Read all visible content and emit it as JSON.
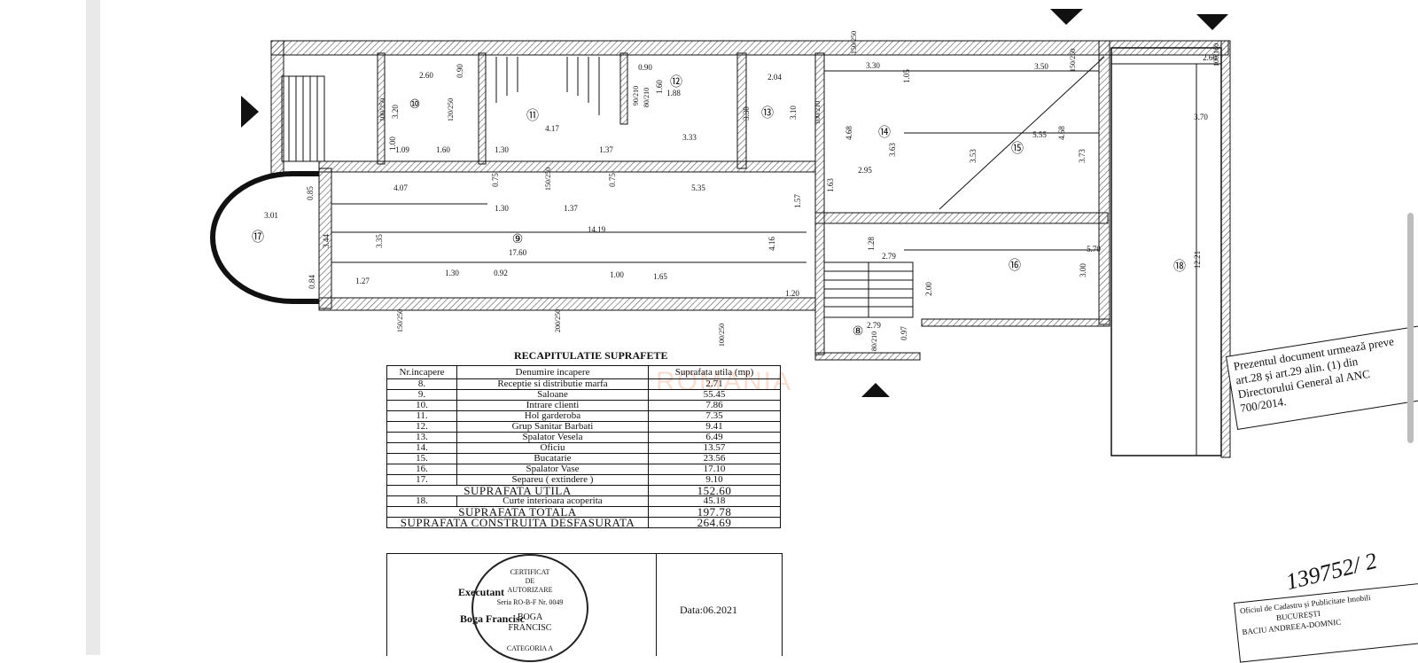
{
  "plan": {
    "rooms": [
      {
        "id": "8",
        "label": "⑧"
      },
      {
        "id": "9",
        "label": "⑨"
      },
      {
        "id": "10",
        "label": "⑩"
      },
      {
        "id": "11",
        "label": "⑪"
      },
      {
        "id": "12",
        "label": "⑫"
      },
      {
        "id": "13",
        "label": "⑬"
      },
      {
        "id": "14",
        "label": "⑭"
      },
      {
        "id": "15",
        "label": "⑮"
      },
      {
        "id": "16",
        "label": "⑯"
      },
      {
        "id": "17",
        "label": "⑰"
      },
      {
        "id": "18",
        "label": "⑱"
      }
    ],
    "dimensions": [
      "2.60",
      "3.20",
      "0.90",
      "1.00",
      "1.09",
      "1.60",
      "1.30",
      "4.17",
      "1.37",
      "0.90",
      "1.60",
      "1.88",
      "3.33",
      "2.04",
      "3.30",
      "3.10",
      "3.30",
      "1.05",
      "4.68",
      "3.63",
      "2.95",
      "1.63",
      "3.50",
      "5.55",
      "3.53",
      "4.68",
      "3.73",
      "2.60",
      "3.70",
      "12.21",
      "4.07",
      "0.75",
      "1.30",
      "1.37",
      "0.75",
      "5.35",
      "1.57",
      "14.19",
      "17.60",
      "3.35",
      "3.01",
      "3.44",
      "0.85",
      "0.84",
      "1.27",
      "1.30",
      "0.92",
      "1.00",
      "1.65",
      "1.20",
      "4.16",
      "1.28",
      "2.79",
      "5.70",
      "2.00",
      "3.00",
      "2.79",
      "0.97"
    ],
    "door_labels": [
      "100/250",
      "120/250",
      "150/250",
      "90/210",
      "80/210",
      "100/210",
      "150/250",
      "150/250",
      "200/250",
      "100/250",
      "150/250",
      "80/210",
      "100/180"
    ]
  },
  "summary": {
    "title": "RECAPITULATIE SUPRAFETE",
    "headers": [
      "Nr.incapere",
      "Denumire incapere",
      "Suprafata utila (mp)"
    ],
    "rows": [
      {
        "nr": "8.",
        "name": "Receptie si distributie marfa",
        "area": "2.71"
      },
      {
        "nr": "9.",
        "name": "Saloane",
        "area": "55.45"
      },
      {
        "nr": "10.",
        "name": "Intrare clienti",
        "area": "7.86"
      },
      {
        "nr": "11.",
        "name": "Hol garderoba",
        "area": "7.35"
      },
      {
        "nr": "12.",
        "name": "Grup Sanitar Barbati",
        "area": "9.41"
      },
      {
        "nr": "13.",
        "name": "Spalator Vesela",
        "area": "6.49"
      },
      {
        "nr": "14.",
        "name": "Oficiu",
        "area": "13.57"
      },
      {
        "nr": "15.",
        "name": "Bucatarie",
        "area": "23.56"
      },
      {
        "nr": "16.",
        "name": "Spalator Vase",
        "area": "17.10"
      },
      {
        "nr": "17.",
        "name": "Separeu ( extindere )",
        "area": "9.10"
      }
    ],
    "utila": {
      "label": "SUPRAFATA UTILA",
      "value": "152.60"
    },
    "row18": {
      "nr": "18.",
      "name": "Curte interioara acoperita",
      "area": "45.18"
    },
    "totala": {
      "label": "SUPRAFATA TOTALA",
      "value": "197.78"
    },
    "construita": {
      "label": "SUPRAFATA CONSTRUITA DESFASURATA",
      "value": "264.69"
    },
    "executant_label": "Executant",
    "executant_name": "Boga Francisc",
    "date": "Data:06.2021"
  },
  "stamp": {
    "line1": "CERTIFICAT",
    "line2": "DE",
    "line3": "AUTORIZARE",
    "line4": "Seria RO-B-F Nr. 0049",
    "line5": "BOGA",
    "line6": "FRANCISC",
    "line7": "CATEGORIA A"
  },
  "note": {
    "line1": "Prezentul document urmează preve",
    "line2": "art.28 și art.29 alin. (1) din",
    "line3": "Directorului General al ANC",
    "line4": "700/2014."
  },
  "office_stamp": {
    "line1": "Oficiul de Cadastru și Publicitate Imobili",
    "line2": "BUCUREȘTI",
    "line3": "BACIU ANDREEA-DOMNIC"
  },
  "handwritten": "139752/ 2",
  "watermark": "ROMANIA",
  "colors": {
    "ink": "#111111",
    "wall_hatch": "#555555",
    "gutter": "#e9e9e9",
    "watermark": "#e67846"
  }
}
